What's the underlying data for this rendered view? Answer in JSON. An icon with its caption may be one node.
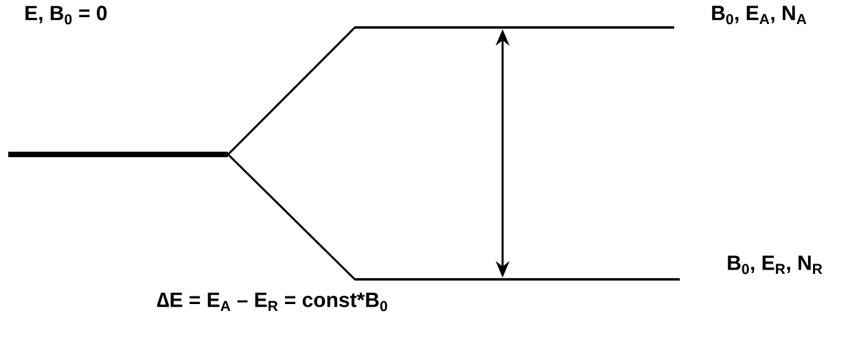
{
  "diagram": {
    "nodes": [
      {
        "text": [],
        "shape": "bar"
      },
      {
        "text": [],
        "shape": "bar",
        "beside": [
          "B$_{0}$, E$_{A}$, N$_{A}$"
        ]
      },
      {
        "text": [],
        "shape": "bar",
        "beside": [
          "B$_{0}$, E$_{R}$, N$_{R}$"
        ]
      }
    ],
    "edges": [
      {
        "from": 0,
        "to": 1,
        "arrow": "none"
      },
      {
        "from": 0,
        "to": 2,
        "arrow": "none"
      },
      {
        "from": 1,
        "to": 2,
        "arrow": "both"
      }
    ],
    "labels": [
      "E, B$_{0}$ = 0",
      "∆E = E$_{A}$ – E$_{R}$ = const*B$_{0}$"
    ]
  }
}
